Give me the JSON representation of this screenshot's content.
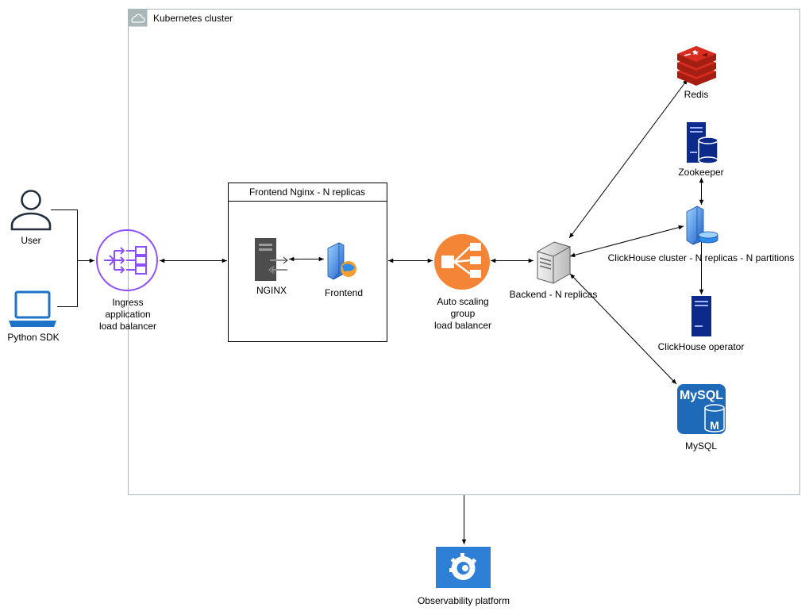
{
  "cluster": {
    "title": "Kubernetes cluster"
  },
  "nodes": {
    "user": "User",
    "python_sdk": "Python SDK",
    "ingress": "Ingress\napplication\nload balancer",
    "frontend_group": "Frontend Nginx - N replicas",
    "nginx": "NGINX",
    "frontend": "Frontend",
    "autoscaling": "Auto scaling\ngroup\nload balancer",
    "backend": "Backend - N replicas",
    "redis": "Redis",
    "zookeeper": "Zookeeper",
    "clickhouse_cluster": "ClickHouse cluster - N replicas - N partitions",
    "clickhouse_operator": "ClickHouse operator",
    "mysql": "MySQL",
    "mysql_logo_text": "MySQL",
    "mysql_logo_letter": "M",
    "observability": "Observability platform"
  },
  "colors": {
    "ingress": "#8c4fff",
    "autoscaling": "#f58536",
    "redis": "#d82c20",
    "server_navy": "#0b2a8a",
    "mysql": "#1e6ab8",
    "grafana": "#2e7fd6",
    "laptop": "#1f73c7",
    "user": "#232f3e",
    "cluster_border": "#aab7b8"
  }
}
